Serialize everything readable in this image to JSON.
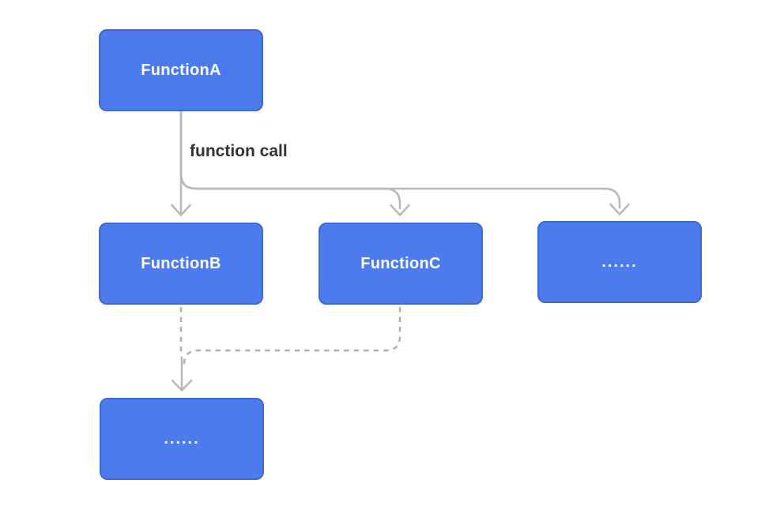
{
  "diagram": {
    "type": "flowchart",
    "edge_label": "function call",
    "nodes": [
      {
        "id": "function-a",
        "label": "FunctionA"
      },
      {
        "id": "function-b",
        "label": "FunctionB"
      },
      {
        "id": "function-c",
        "label": "FunctionC"
      },
      {
        "id": "more-callees",
        "label": "......"
      },
      {
        "id": "more-nested",
        "label": "......"
      }
    ],
    "edges": [
      {
        "from": "FunctionA",
        "to": "FunctionB",
        "style": "solid",
        "label": "function call"
      },
      {
        "from": "FunctionA",
        "to": "FunctionC",
        "style": "solid",
        "label": "function call"
      },
      {
        "from": "FunctionA",
        "to": "......",
        "style": "solid",
        "label": "function call"
      },
      {
        "from": "FunctionB",
        "to": "......",
        "style": "dashed",
        "label": ""
      },
      {
        "from": "FunctionC",
        "to": "......",
        "style": "dashed",
        "label": ""
      }
    ],
    "colors": {
      "background": "#ffffff",
      "node_fill": "#4d7bee",
      "node_border": "#3e68d2",
      "node_text": "#ffffff",
      "connector_solid": "#b8b8b8",
      "connector_dashed": "#b0b0b0",
      "edge_label_text": "#333333"
    }
  }
}
